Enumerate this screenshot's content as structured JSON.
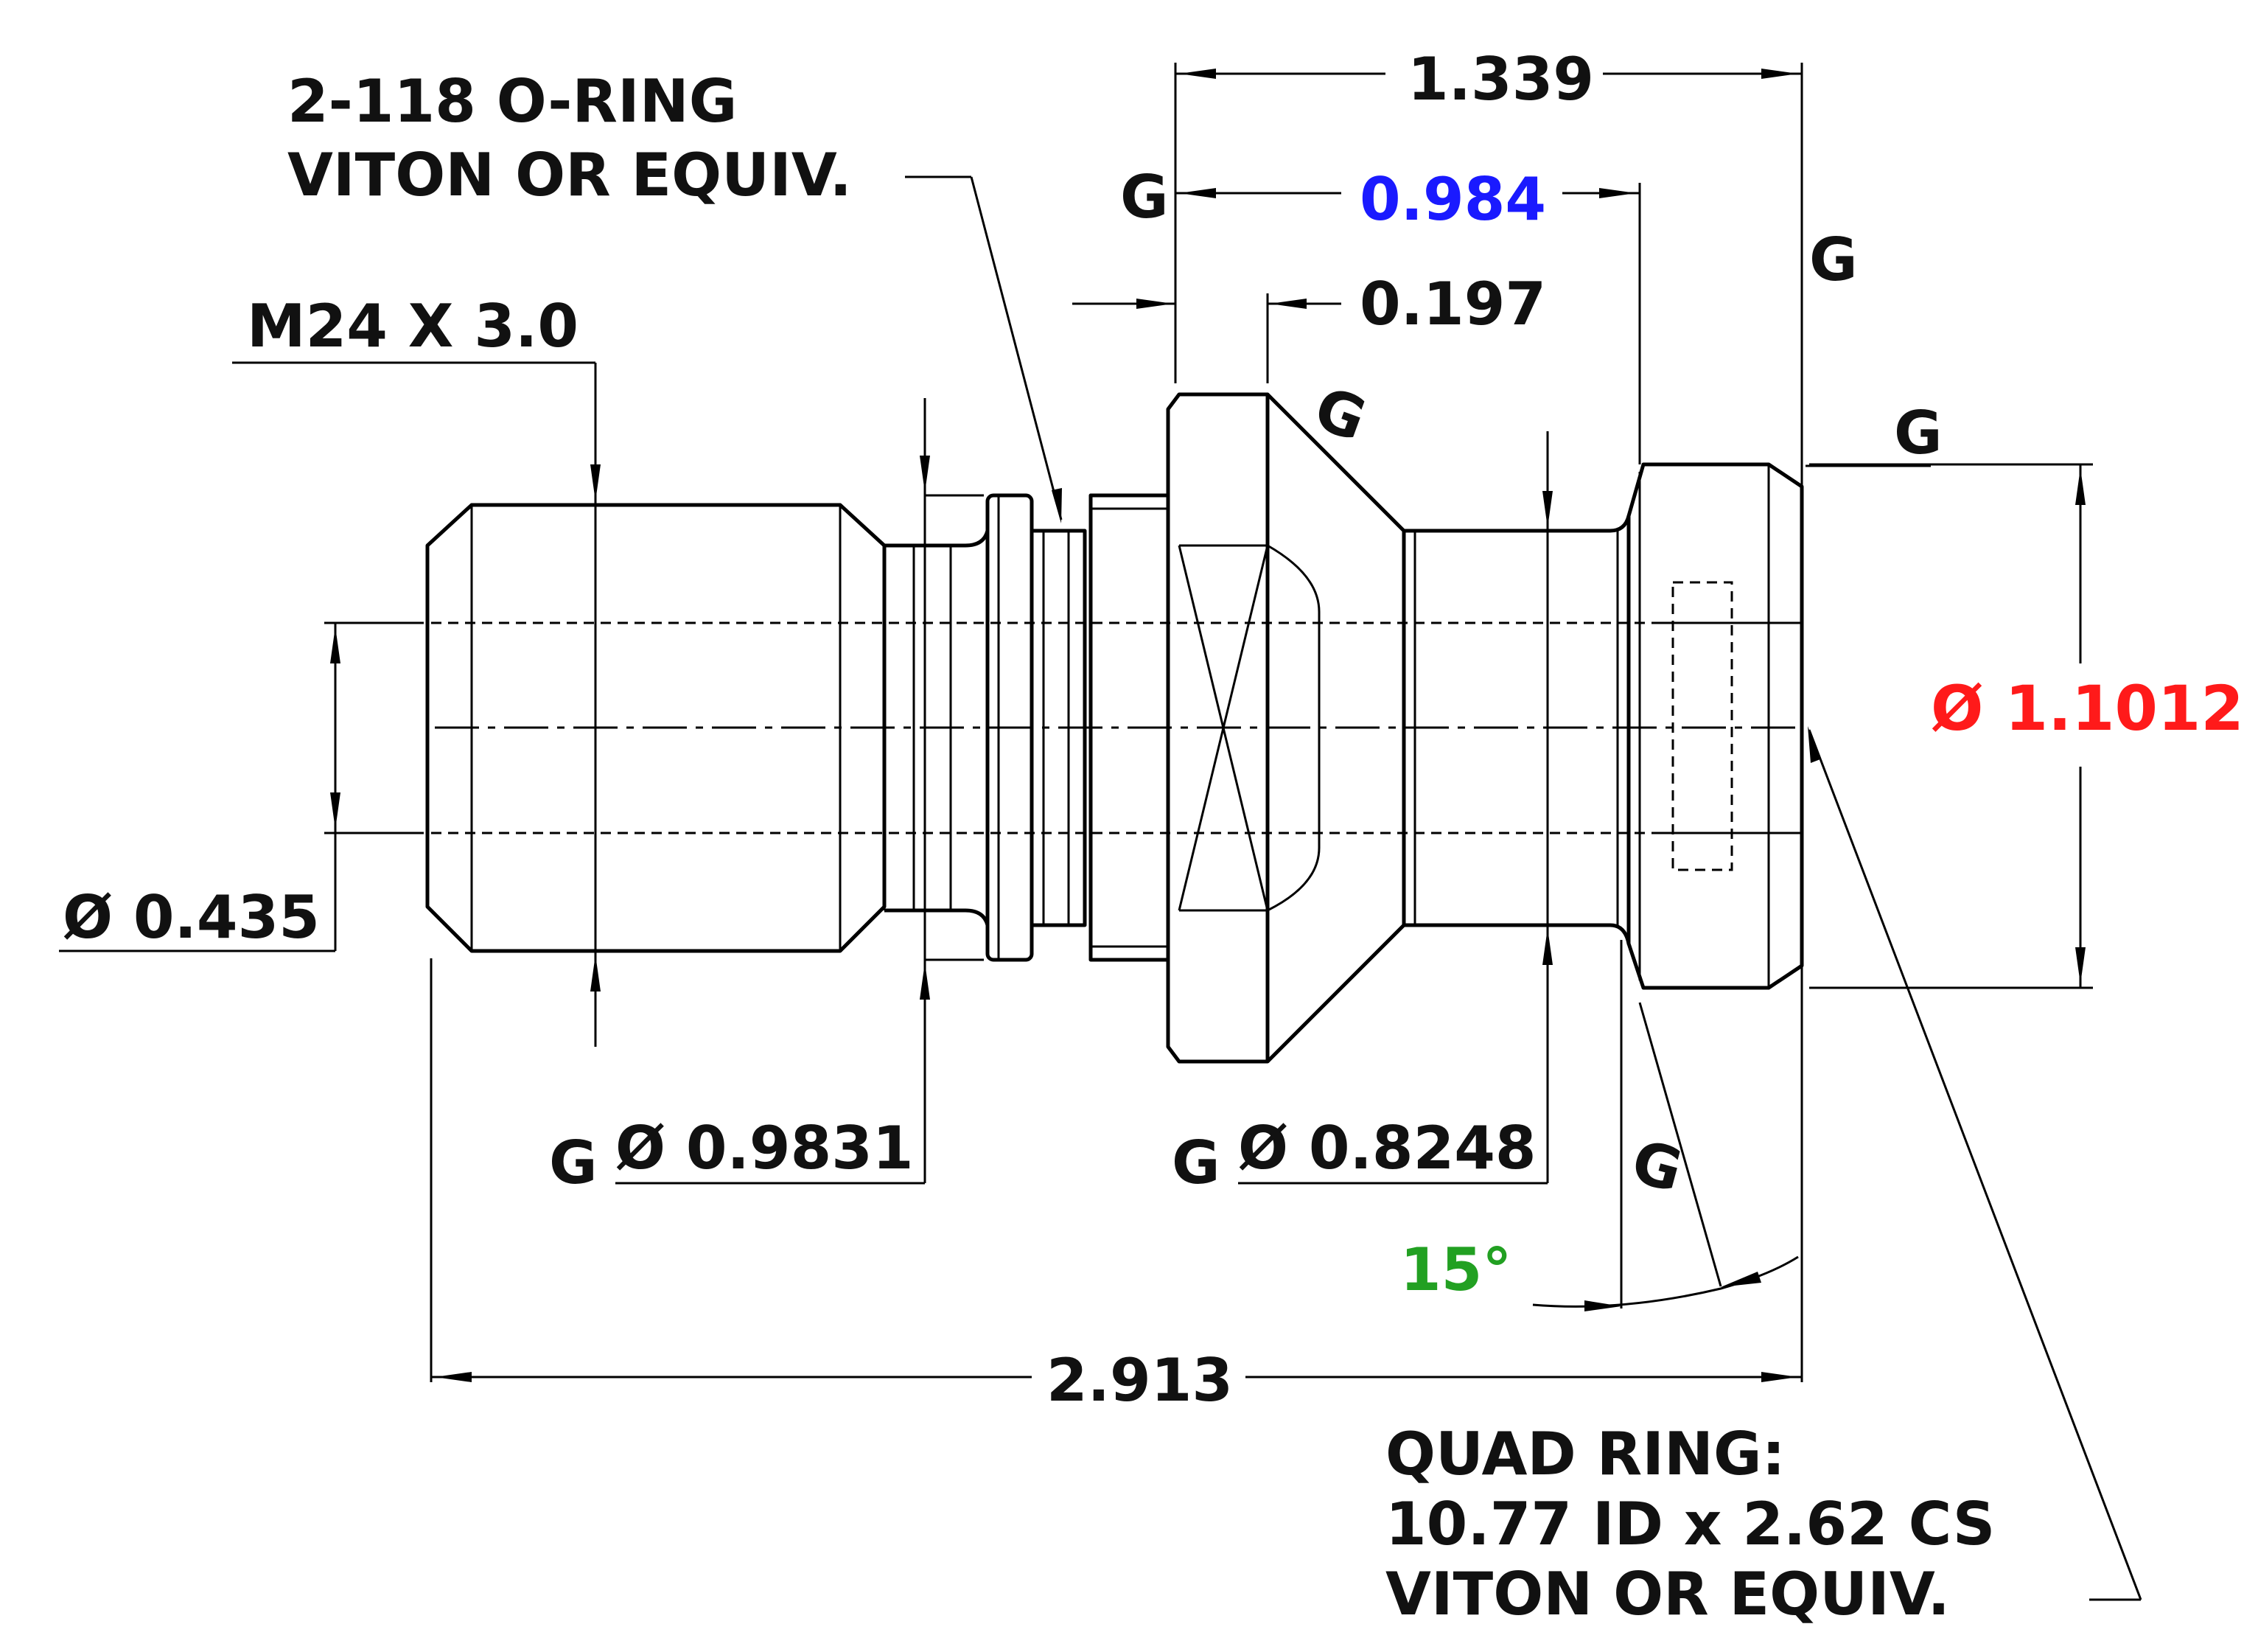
{
  "notes": {
    "oring_line1": "2-118 O-RING",
    "oring_line2": "VITON OR EQUIV.",
    "thread": "M24 X 3.0",
    "quad_line1": "QUAD RING:",
    "quad_line2": "10.77 ID x 2.62 CS",
    "quad_line3": "VITON OR EQUIV."
  },
  "dimensions": {
    "overall_length": "2.913",
    "length_1339": "1.339",
    "length_0984": "0.984",
    "length_0197": "0.197",
    "dia_0435": "Ø 0.435",
    "dia_09831": "Ø 0.9831",
    "dia_08248": "Ø 0.8248",
    "dia_11012": "Ø 1.1012",
    "angle_15": "15°"
  },
  "grind_symbol": "G",
  "colors": {
    "line": "#000000",
    "blue_dim": "#1a1aff",
    "red_dim": "#ff1a1a",
    "green_dim": "#22a022"
  }
}
